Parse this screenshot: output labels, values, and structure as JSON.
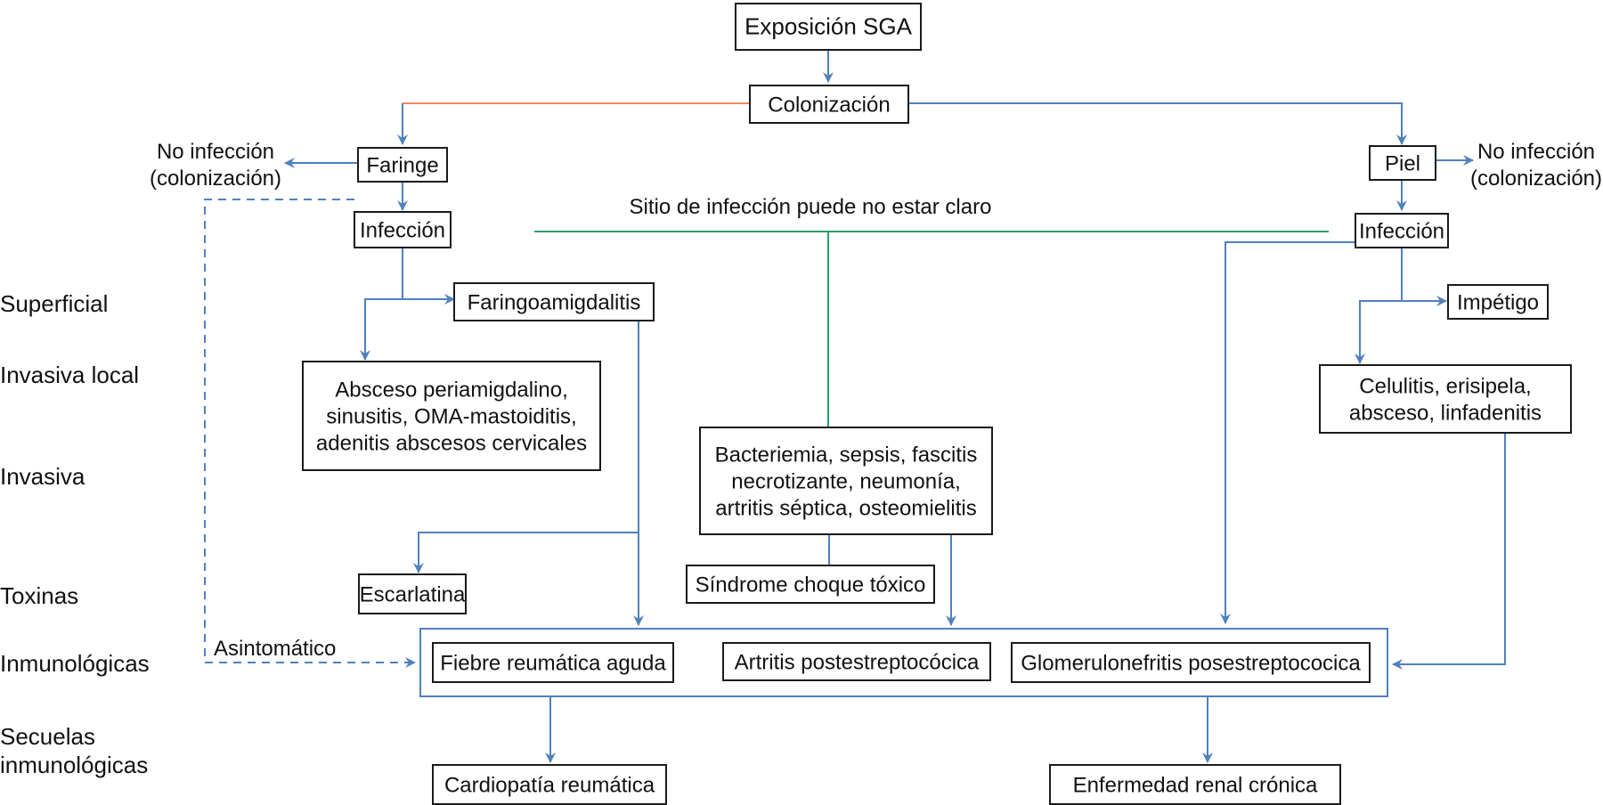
{
  "diagram": {
    "title": "Exposición SGA",
    "row_labels": {
      "superficial": "Superficial",
      "invasiva_local": "Invasiva local",
      "invasiva": "Invasiva",
      "toxinas": "Toxinas",
      "inmunologicas": "Inmunológicas",
      "secuelas_1": "Secuelas",
      "secuelas_2": "inmunológicas"
    },
    "nodes": {
      "exposicion": [
        "Exposición SGA"
      ],
      "colonizacion": [
        "Colonización"
      ],
      "faringe": [
        "Faringe"
      ],
      "piel": [
        "Piel"
      ],
      "infeccion_faringe": [
        "Infección"
      ],
      "infeccion_piel": [
        "Infección"
      ],
      "faringoamigdalitis": [
        "Faringoamigdalitis"
      ],
      "impetigo": [
        "Impétigo"
      ],
      "absceso": [
        "Absceso periamigdalino,",
        "sinusitis, OMA-mastoiditis,",
        "adenitis abscesos cervicales"
      ],
      "celulitis": [
        "Celulitis, erisipela,",
        "absceso, linfadenitis"
      ],
      "bacteriemia": [
        "Bacteriemia, sepsis, fascitis",
        "necrotizante, neumonía,",
        "artritis séptica, osteomielitis"
      ],
      "escarlatina": [
        "Escarlatina"
      ],
      "choque_toxico": [
        "Síndrome choque tóxico"
      ],
      "fiebre_reumatica": [
        "Fiebre reumática aguda"
      ],
      "artritis_post": [
        "Artritis postestreptocócica"
      ],
      "glomerulonefritis": [
        "Glomerulonefritis posestreptococica"
      ],
      "cardiopatia": [
        "Cardiopatía reumática"
      ],
      "renal": [
        "Enfermedad renal crónica"
      ]
    },
    "annotations": {
      "no_infeccion_left_1": "No infección",
      "no_infeccion_left_2": "(colonización)",
      "no_infeccion_right_1": "No infección",
      "no_infeccion_right_2": "(colonización)",
      "sitio_infeccion": "Sitio de infección puede no estar claro",
      "asintomatico": "Asintomático"
    },
    "colors": {
      "arrow_blue": "#4f81bd",
      "pharynx_branch_orange": "#f08a5d",
      "unclear_site_green": "#2aa168",
      "box_border": "#1a1a1a"
    }
  }
}
